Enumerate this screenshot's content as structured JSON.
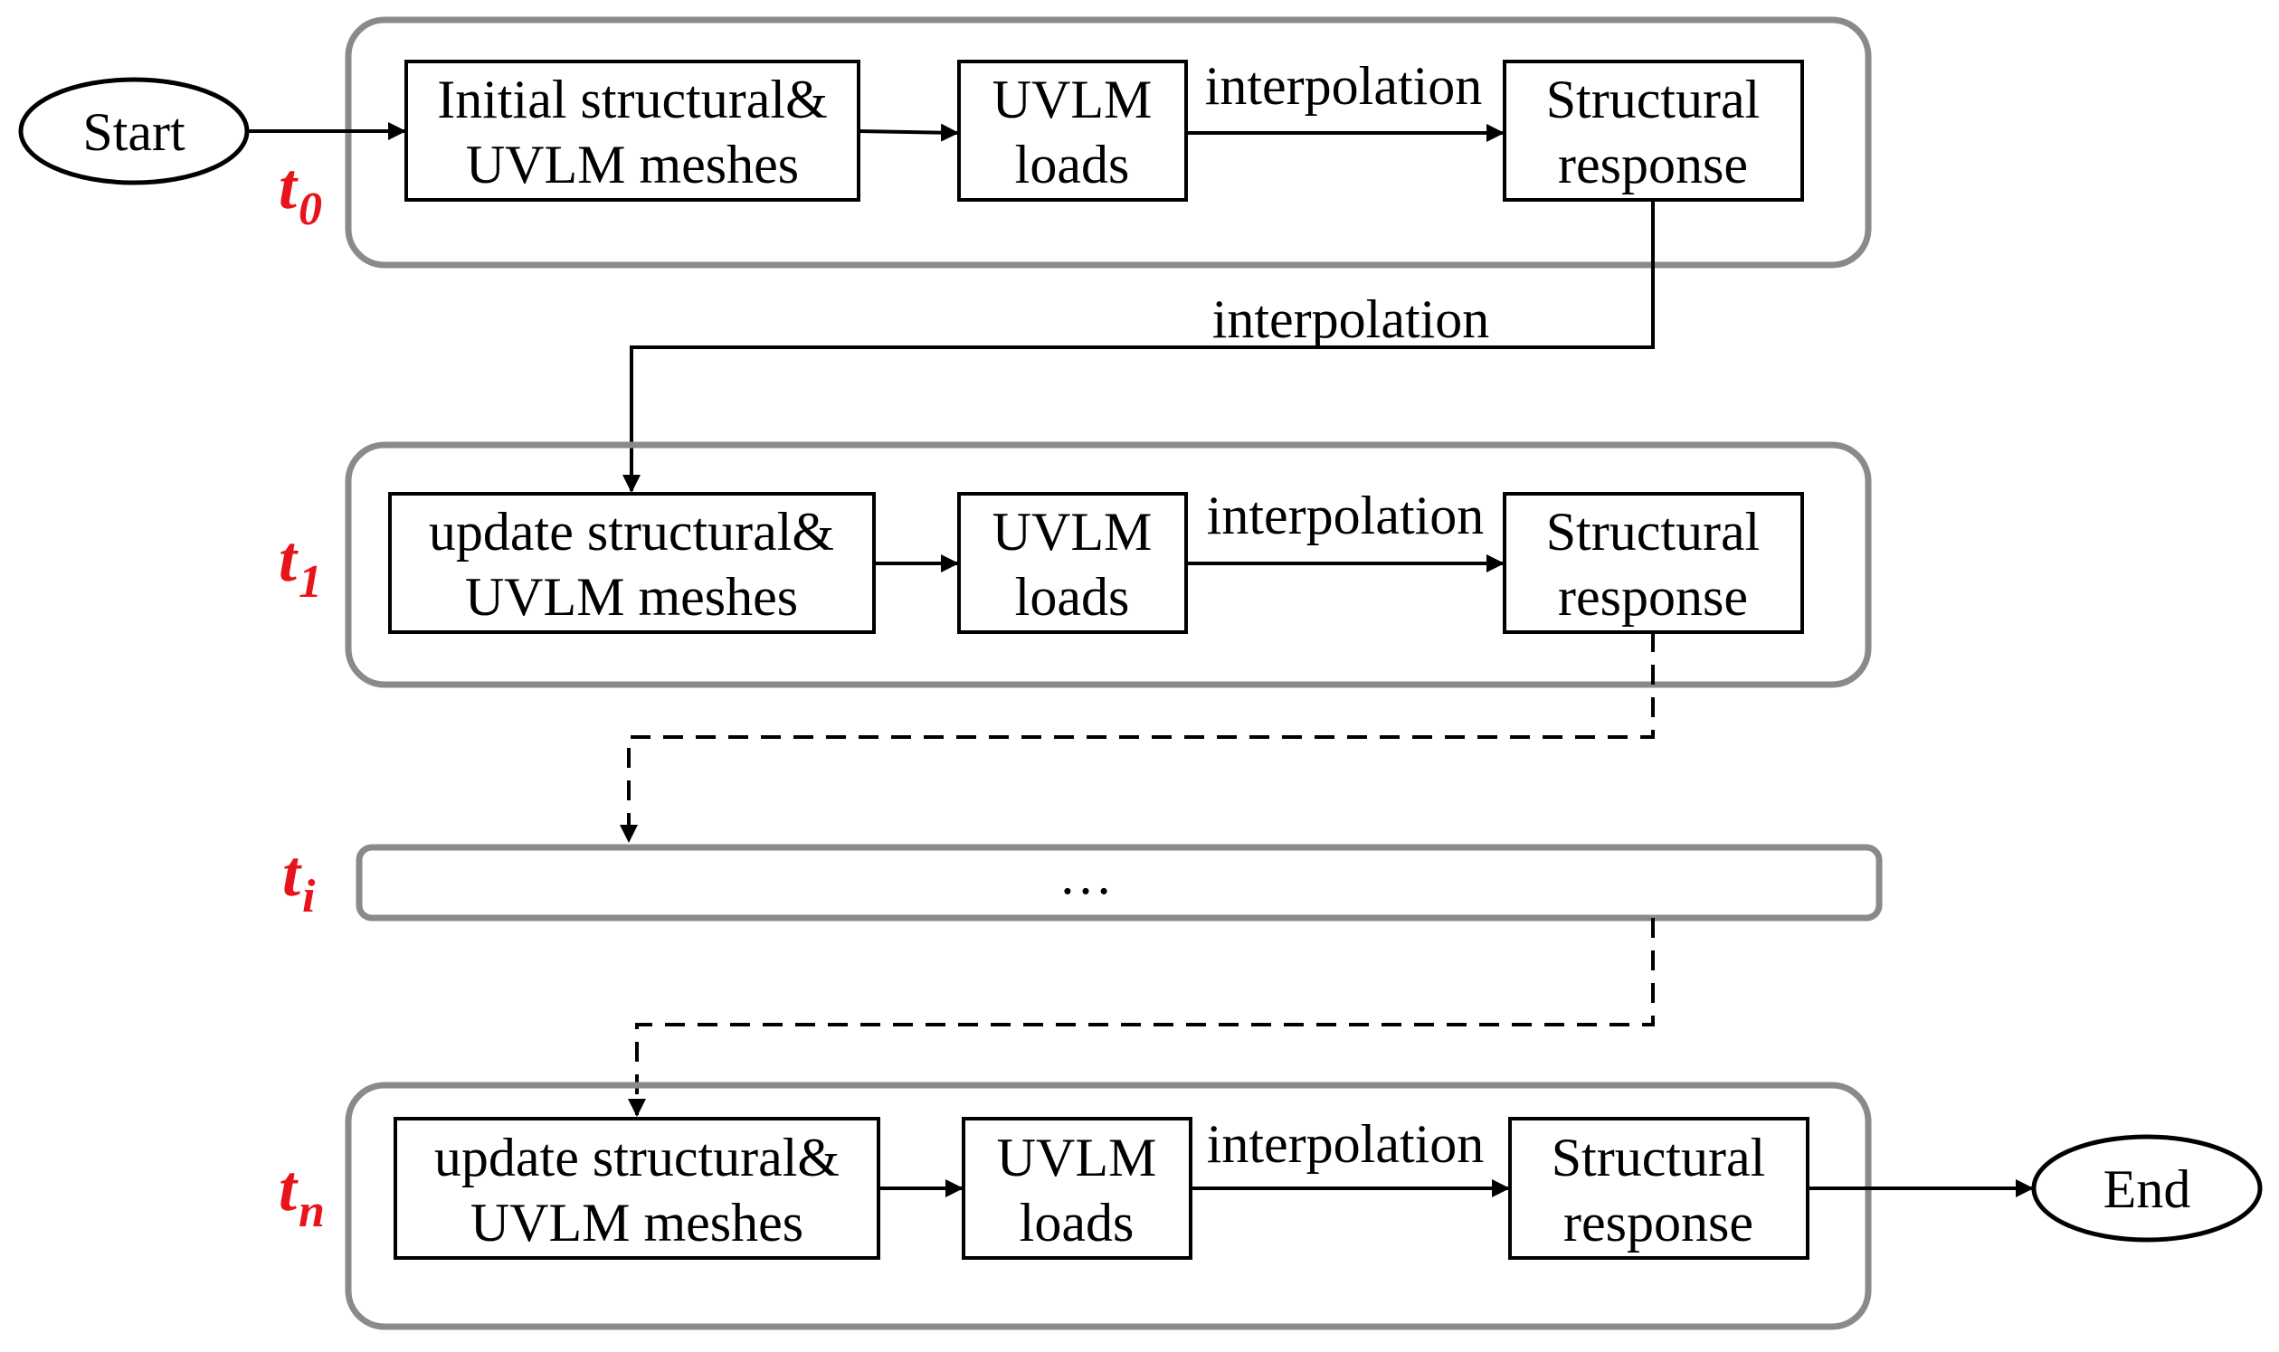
{
  "start_label": "Start",
  "end_label": "End",
  "ellipsis": "…",
  "stages": [
    {
      "time_label": "t",
      "time_sub": "0",
      "step1_line1": "Initial structural&",
      "step1_line2": "UVLM meshes",
      "step2_line1": "UVLM",
      "step2_line2": "loads",
      "arrow_label": "interpolation",
      "step3_line1": "Structural",
      "step3_line2": "response"
    },
    {
      "time_label": "t",
      "time_sub": "1",
      "step1_line1": "update structural&",
      "step1_line2": "UVLM meshes",
      "step2_line1": "UVLM",
      "step2_line2": "loads",
      "arrow_label": "interpolation",
      "step3_line1": "Structural",
      "step3_line2": "response"
    },
    {
      "time_label": "t",
      "time_sub": "i"
    },
    {
      "time_label": "t",
      "time_sub": "n",
      "step1_line1": "update structural&",
      "step1_line2": "UVLM meshes",
      "step2_line1": "UVLM",
      "step2_line2": "loads",
      "arrow_label": "interpolation",
      "step3_line1": "Structural",
      "step3_line2": "response"
    }
  ],
  "transition_label": "interpolation",
  "colors": {
    "time_label": "#e8141c",
    "group_border": "#8a8a8a",
    "line": "#000000"
  }
}
